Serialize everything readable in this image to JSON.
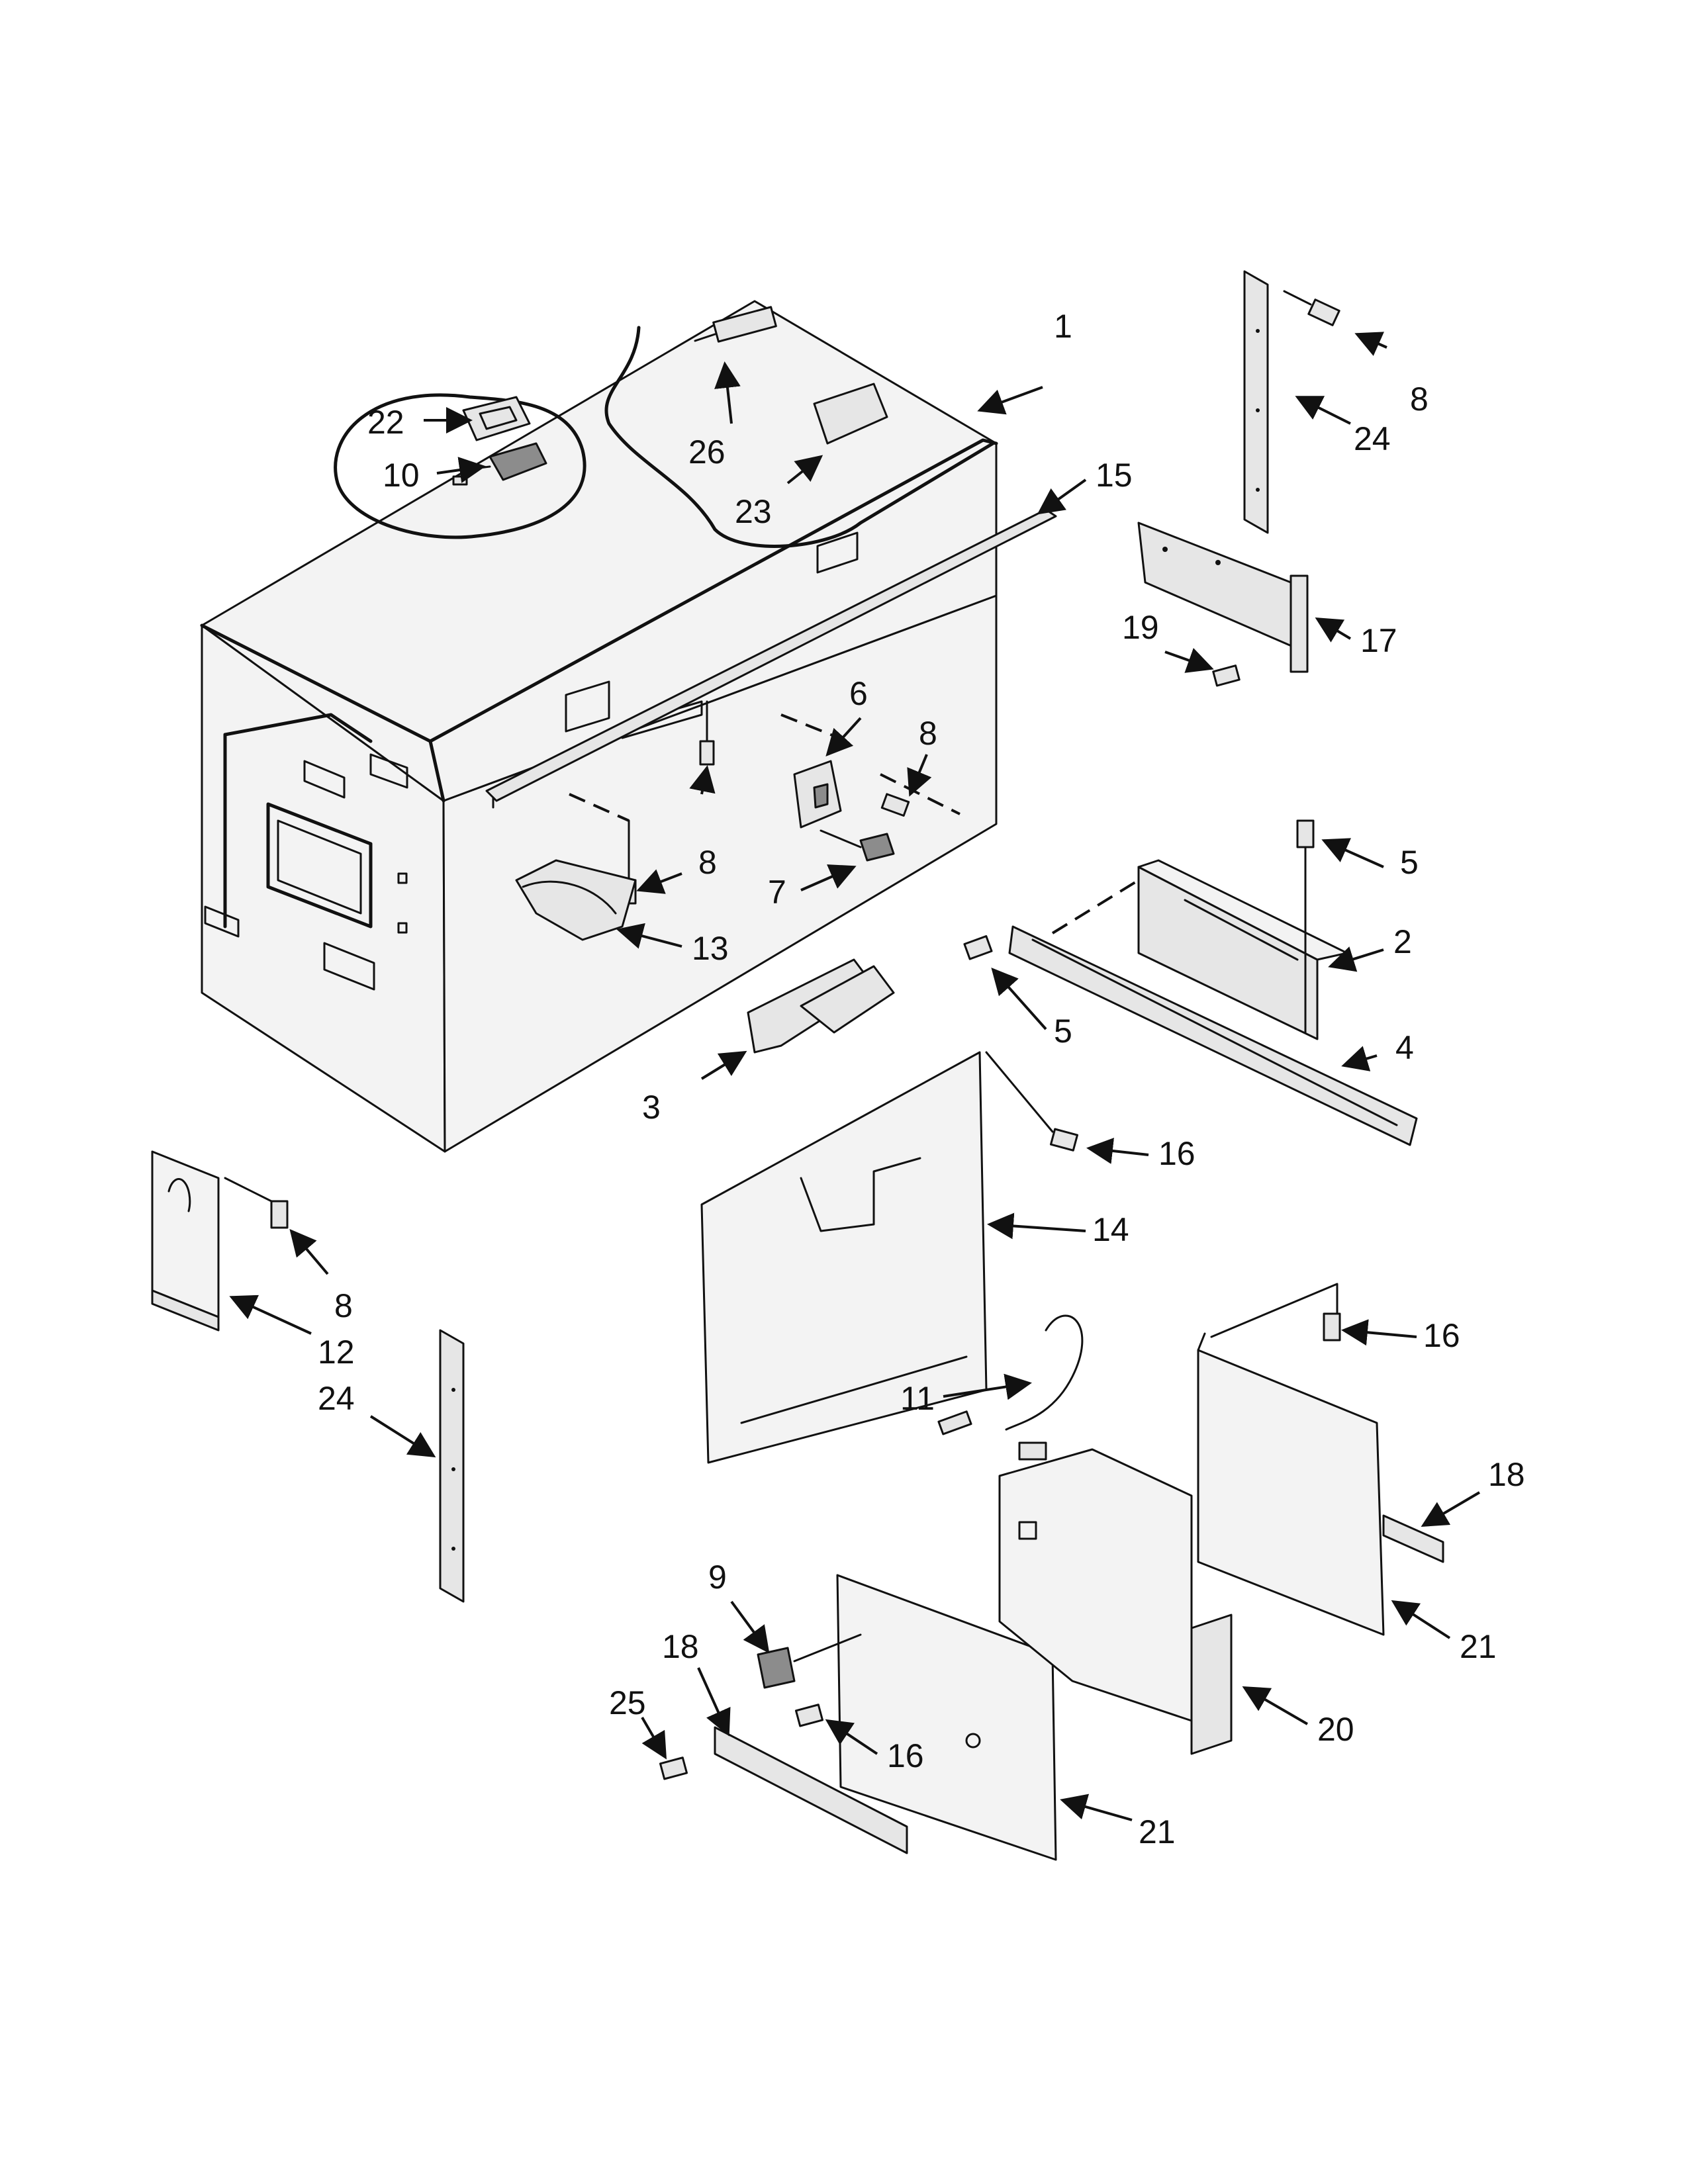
{
  "callouts": [
    {
      "id": "c1",
      "label": "1"
    },
    {
      "id": "c2",
      "label": "2"
    },
    {
      "id": "c3",
      "label": "3"
    },
    {
      "id": "c4",
      "label": "4"
    },
    {
      "id": "c5a",
      "label": "5"
    },
    {
      "id": "c5b",
      "label": "5"
    },
    {
      "id": "c6",
      "label": "6"
    },
    {
      "id": "c7",
      "label": "7"
    },
    {
      "id": "c8a",
      "label": "8"
    },
    {
      "id": "c8b",
      "label": "8"
    },
    {
      "id": "c8c",
      "label": "8"
    },
    {
      "id": "c8d",
      "label": "8"
    },
    {
      "id": "c9",
      "label": "9"
    },
    {
      "id": "c10",
      "label": "10"
    },
    {
      "id": "c11",
      "label": "11"
    },
    {
      "id": "c12",
      "label": "12"
    },
    {
      "id": "c13",
      "label": "13"
    },
    {
      "id": "c14",
      "label": "14"
    },
    {
      "id": "c15",
      "label": "15"
    },
    {
      "id": "c16a",
      "label": "16"
    },
    {
      "id": "c16b",
      "label": "16"
    },
    {
      "id": "c16c",
      "label": "16"
    },
    {
      "id": "c17",
      "label": "17"
    },
    {
      "id": "c18a",
      "label": "18"
    },
    {
      "id": "c18b",
      "label": "18"
    },
    {
      "id": "c19",
      "label": "19"
    },
    {
      "id": "c20",
      "label": "20"
    },
    {
      "id": "c21a",
      "label": "21"
    },
    {
      "id": "c21b",
      "label": "21"
    },
    {
      "id": "c22",
      "label": "22"
    },
    {
      "id": "c23",
      "label": "23"
    },
    {
      "id": "c24a",
      "label": "24"
    },
    {
      "id": "c24b",
      "label": "24"
    },
    {
      "id": "c25",
      "label": "25"
    },
    {
      "id": "c26",
      "label": "26"
    }
  ]
}
